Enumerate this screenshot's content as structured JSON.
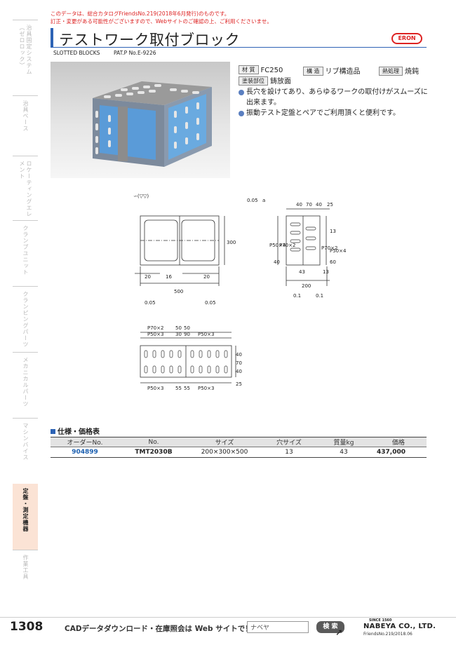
{
  "notice": {
    "line1": "このデータは、総合カタログFriendsNo.219(2018年6月発行)のものです。",
    "line2": "訂正・変更がある可能性がございますので、Webサイトのご確認の上、ご利用くださいませ。"
  },
  "sidebar": {
    "items": [
      {
        "label": "治具固定システム（ゼロロック）"
      },
      {
        "label": "治具ベース"
      },
      {
        "label": "ロケーティングエレメント"
      },
      {
        "label": "クランプユニット"
      },
      {
        "label": "クランピングパーツ"
      },
      {
        "label": "メカニカルパーツ"
      },
      {
        "label": "マシンバイス"
      },
      {
        "label": "定盤・測定機器"
      },
      {
        "label": "作業工具"
      }
    ],
    "active_index": 7
  },
  "header": {
    "title": "テストワーク取付ブロック",
    "subtitle": "SLOTTED BLOCKS",
    "patent": "PAT.P No.E-9226",
    "logo": "ERON"
  },
  "specs": {
    "material_label": "材 質",
    "material": "FC250",
    "structure_label": "構 造",
    "structure": "リブ構造品",
    "heat_label": "熱処理",
    "heat": "焼鈍",
    "paint_label": "塗装部位",
    "paint": "鋳放面"
  },
  "bullets": [
    "長穴を設けてあり、あらゆるワークの取付けがスムーズに出来ます。",
    "振動テスト定盤とペアでご利用頂くと便利です。"
  ],
  "drawing": {
    "surface_symbol": "∽(▽▽)",
    "labels": {
      "flatness": "0.05",
      "flat_ref": "a",
      "perp1": "0.05",
      "perp2": "0.05",
      "perp3": "0.1",
      "perp4": "0.1",
      "d500": "500",
      "d300": "300",
      "d20a": "20",
      "d16": "16",
      "d20b": "20",
      "d200": "200",
      "d43": "43",
      "d13a": "13",
      "d13b": "13",
      "d40a": "40",
      "d70a": "70",
      "d40b": "40",
      "d25a": "25",
      "d40c": "40",
      "d60": "60",
      "p50x4a": "P50×4",
      "p70x2a": "P70×2",
      "p50x4b": "P50×4",
      "p70x2b": "P70×2",
      "p50x50": "50",
      "p50x50b": "50",
      "p70x2c": "P70×2",
      "p50x3a": "P50×3",
      "p30": "30",
      "p90": "90",
      "p50x3b": "P50×3",
      "p50x3c": "P50×3",
      "p55a": "55",
      "p55b": "55",
      "p50x3d": "P50×3",
      "d40d": "40",
      "d70b": "70",
      "d40e": "40",
      "d25b": "25"
    }
  },
  "table": {
    "section_title": "仕様・価格表",
    "headers": [
      "オーダーNo.",
      "No.",
      "サイズ",
      "穴サイズ",
      "質量kg",
      "価格"
    ],
    "rows": [
      {
        "order": "904899",
        "no": "TMT2030B",
        "size": "200×300×500",
        "hole": "13",
        "mass": "43",
        "price": "437,000"
      }
    ]
  },
  "footer": {
    "page_number": "1308",
    "cad_text": "CADデータダウンロード・在庫照会は Web サイトで！",
    "search_value": "ナベヤ",
    "search_button": "検 索",
    "since": "SINCE 1560",
    "brand": "NABEYA CO., LTD.",
    "friends": "FriendsNo.219/2018.06"
  }
}
